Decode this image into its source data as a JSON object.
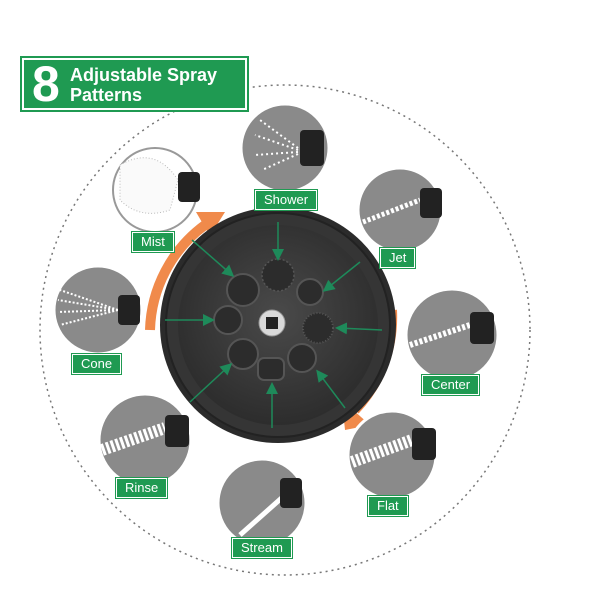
{
  "banner": {
    "number": "8",
    "text": "Adjustable Spray\nPatterns"
  },
  "patterns": [
    {
      "id": "shower",
      "label": "Shower"
    },
    {
      "id": "jet",
      "label": "Jet"
    },
    {
      "id": "center",
      "label": "Center"
    },
    {
      "id": "flat",
      "label": "Flat"
    },
    {
      "id": "stream",
      "label": "Stream"
    },
    {
      "id": "rinse",
      "label": "Rinse"
    },
    {
      "id": "cone",
      "label": "Cone"
    },
    {
      "id": "mist",
      "label": "Mist"
    }
  ],
  "colors": {
    "brand_green": "#1f9a52",
    "arrow_orange": "#f08a4b",
    "nozzle_dark": "#3b3b3b",
    "bubble_gray": "#8a8a8a",
    "pointer_green": "#1e8a5a"
  }
}
